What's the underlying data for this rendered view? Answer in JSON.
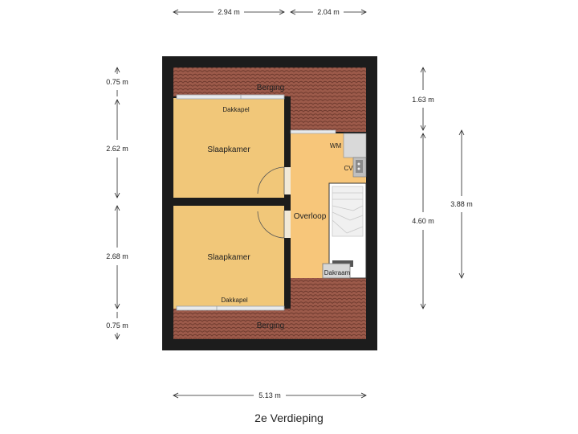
{
  "title": "2e Verdieping",
  "dimensions": {
    "top_left": "2.94 m",
    "top_right": "2.04 m",
    "bottom": "5.13 m",
    "left_1": "0.75 m",
    "left_2": "2.62 m",
    "left_3": "2.68 m",
    "left_4": "0.75 m",
    "right_1": "1.63 m",
    "right_2": "4.60 m",
    "right_3": "3.88 m"
  },
  "rooms": {
    "berging_top": "Berging",
    "berging_bottom": "Berging",
    "slaapkamer_top": "Slaapkamer",
    "slaapkamer_bottom": "Slaapkamer",
    "overloop": "Overloop",
    "dakkapel_top": "Dakkapel",
    "dakkapel_bottom": "Dakkapel",
    "wm": "WM",
    "cv": "CV",
    "dakraam": "Dakraam"
  },
  "colors": {
    "wall": "#1c1c1c",
    "roof_tile": "#9c5a4a",
    "bedroom_floor": "#f1c779",
    "landing_floor": "#f7c67a"
  }
}
